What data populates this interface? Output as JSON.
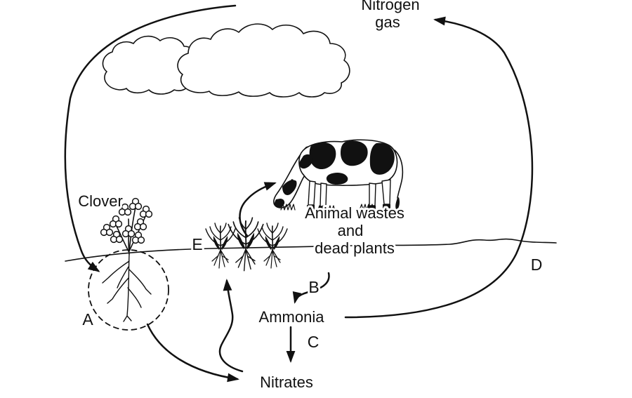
{
  "figure": {
    "type": "nitrogen-cycle-diagram",
    "colors": {
      "background": "#ffffff",
      "ink": "#111111"
    },
    "labels": {
      "nitrogen_gas_line1": "Nitrogen",
      "nitrogen_gas_line2": "gas",
      "clover": "Clover",
      "animal_wastes_line1": "Animal wastes",
      "animal_wastes_line2": "and",
      "animal_wastes_line3": "dead plants",
      "ammonia": "Ammonia",
      "nitrates": "Nitrates",
      "letter_a": "A",
      "letter_b": "B",
      "letter_c": "C",
      "letter_d": "D",
      "letter_e": "E"
    }
  }
}
